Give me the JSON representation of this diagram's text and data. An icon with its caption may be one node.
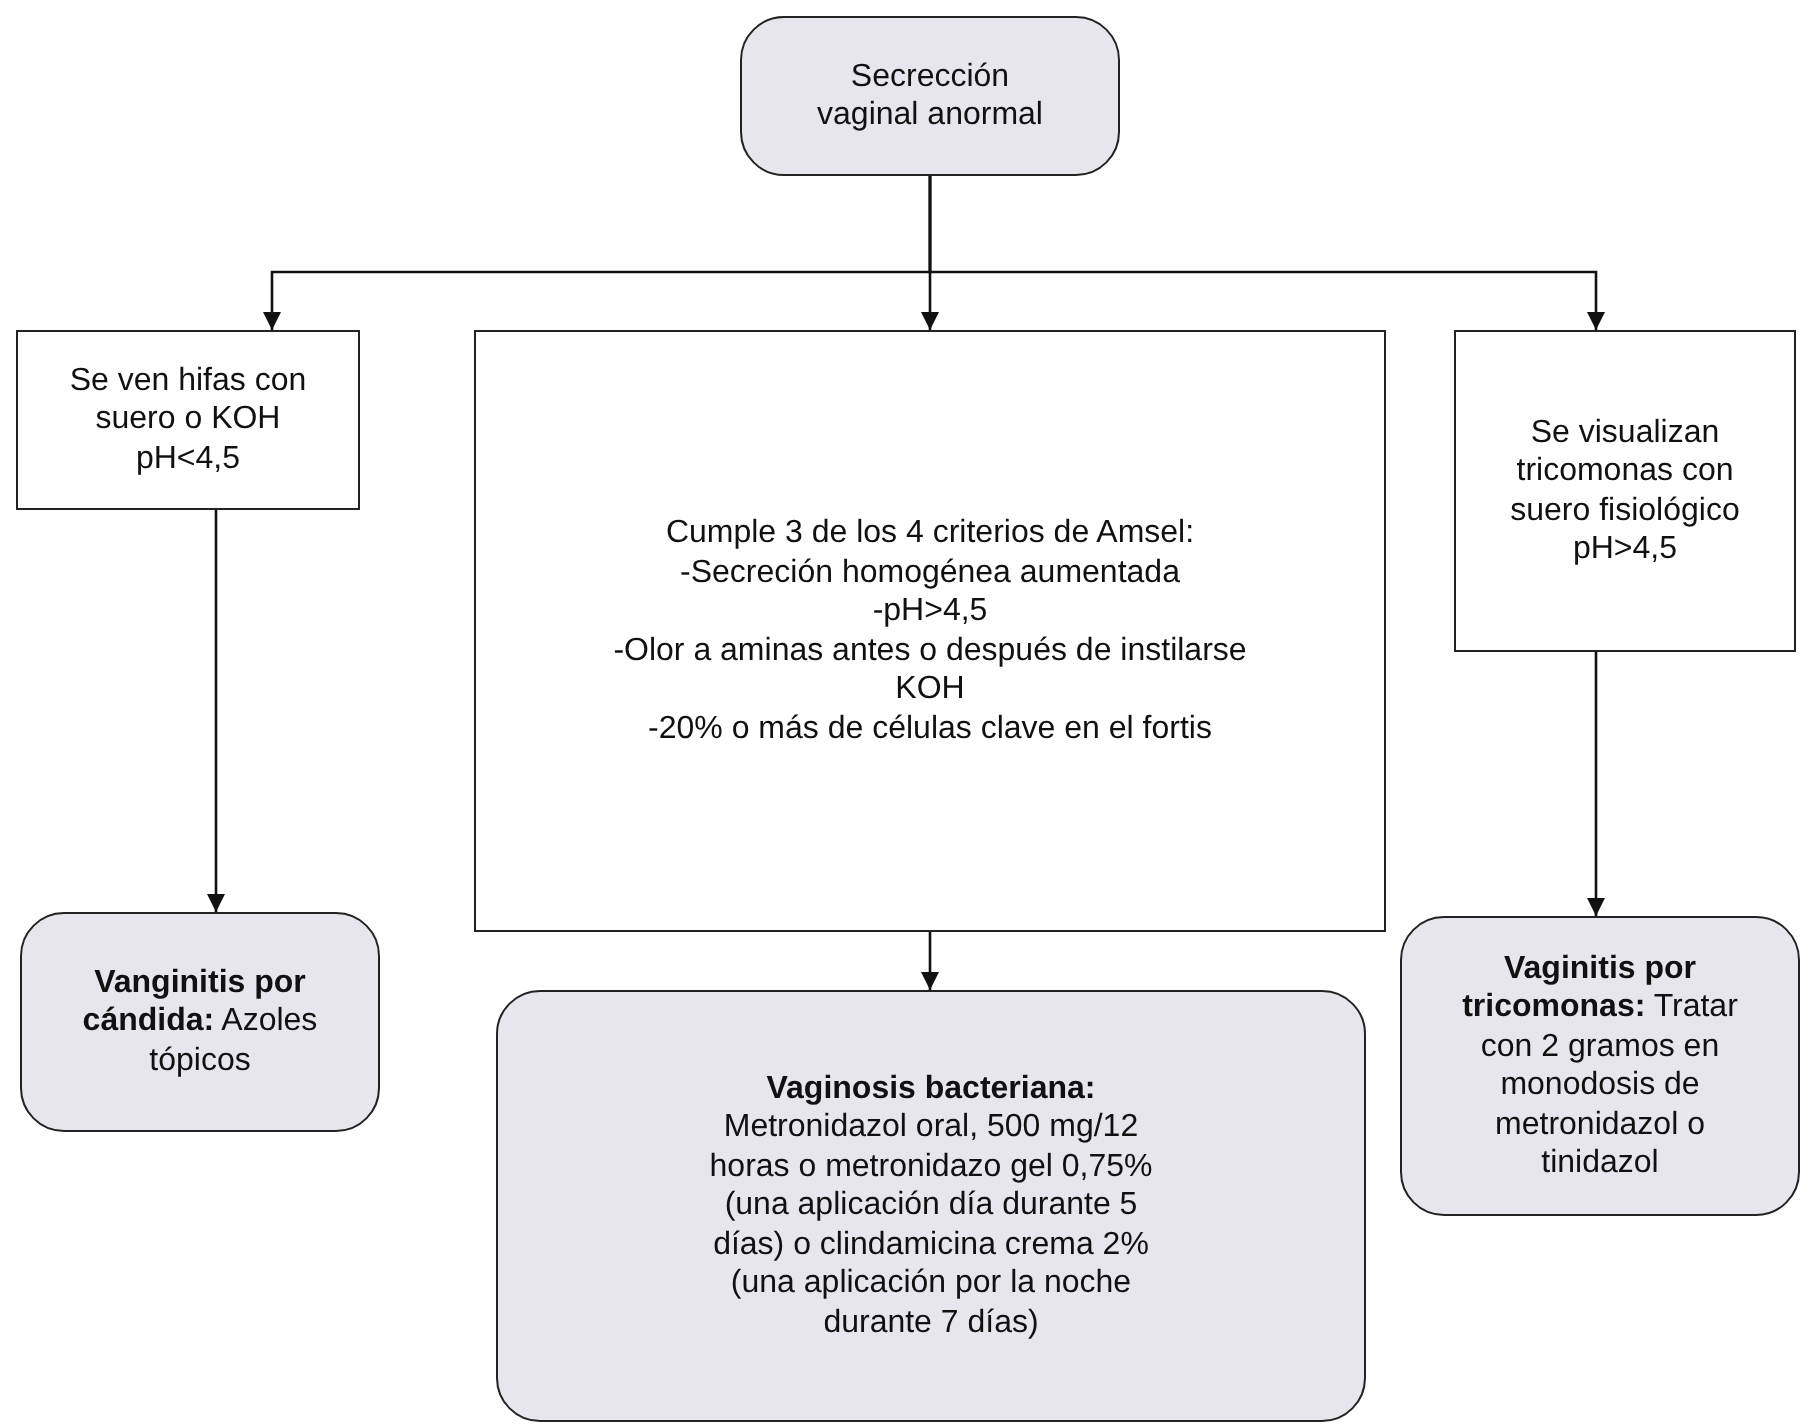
{
  "diagram": {
    "nodes": [
      {
        "text": [
          "Secrección vaginal anormal"
        ]
      },
      {
        "text": [
          "Se ven hifas con suero o KOH pH<4,5"
        ]
      },
      {
        "text": [
          "Cumple 3 de los 4 criterios de Amsel:",
          "-Secreción homogénea aumentada",
          "-pH>4,5",
          "-Olor a aminas antes o después de instilarse KOH",
          "-20% o más de células clave en el fortis"
        ]
      },
      {
        "text": [
          "Se visualizan tricomonas con suero fisiológico pH>4,5"
        ]
      },
      {
        "text": [
          "**Vanginitis por cándida:** Azoles tópicos"
        ]
      },
      {
        "text": [
          "**Vaginosis bacteriana:** Metronidazol oral, 500 mg/12 horas o metronidazo gel 0,75% (una aplicación día durante 5 días) o clindamicina crema 2% (una aplicación por la noche durante 7 días)"
        ]
      },
      {
        "text": [
          "**Vaginitis por tricomonas:** Tratar con 2 gramos en monodosis de metronidazol o tinidazol"
        ]
      }
    ],
    "edges": [
      {
        "from": 0,
        "to": 1,
        "arrow": "to"
      },
      {
        "from": 0,
        "to": 2,
        "arrow": "to"
      },
      {
        "from": 0,
        "to": 3,
        "arrow": "to"
      },
      {
        "from": 1,
        "to": 4,
        "arrow": "to"
      },
      {
        "from": 2,
        "to": 5,
        "arrow": "to"
      },
      {
        "from": 3,
        "to": 6,
        "arrow": "to"
      }
    ]
  }
}
